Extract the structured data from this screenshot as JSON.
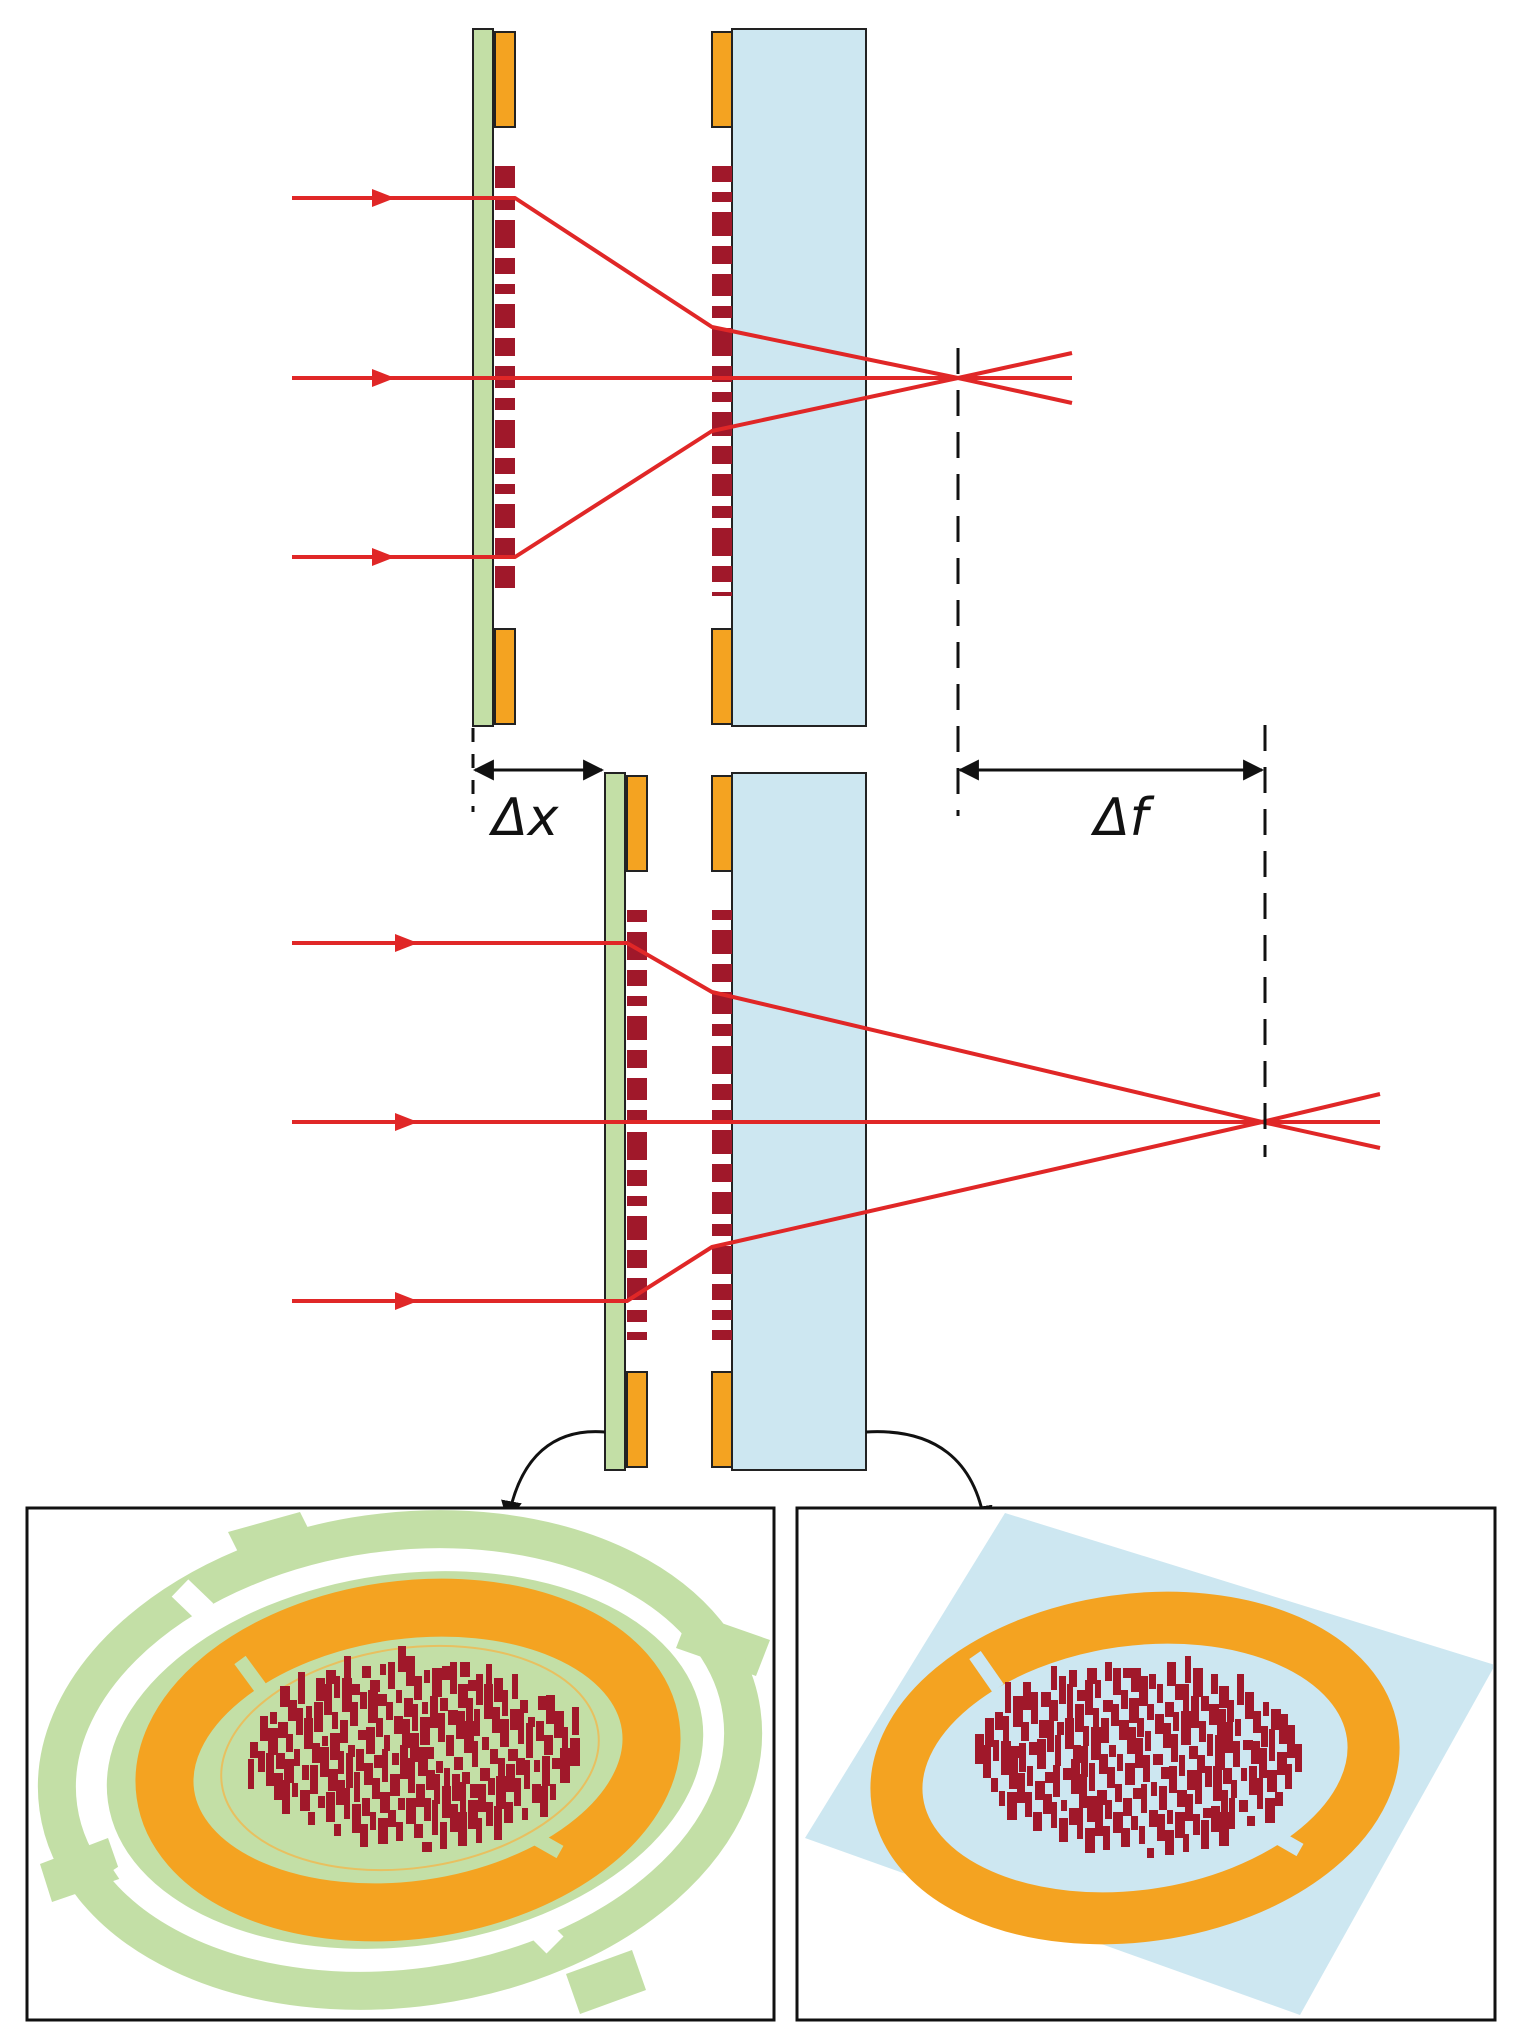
{
  "labels": {
    "delta_x": "Δx",
    "delta_f": "Δf"
  },
  "colors": {
    "ray": "#e02727",
    "moving_substrate": "#c3dfa6",
    "fixed_substrate": "#cde7f1",
    "gold_electrode": "#f4a321",
    "nanostructure": "#a0182a",
    "outline": "#222222",
    "panel_border": "#111111"
  },
  "configurations": [
    {
      "name": "top",
      "rays": 3
    },
    {
      "name": "bottom",
      "rays": 3
    }
  ],
  "inset_panels": [
    {
      "name": "moving-metasurface-3d-view"
    },
    {
      "name": "fixed-metasurface-3d-view"
    }
  ]
}
